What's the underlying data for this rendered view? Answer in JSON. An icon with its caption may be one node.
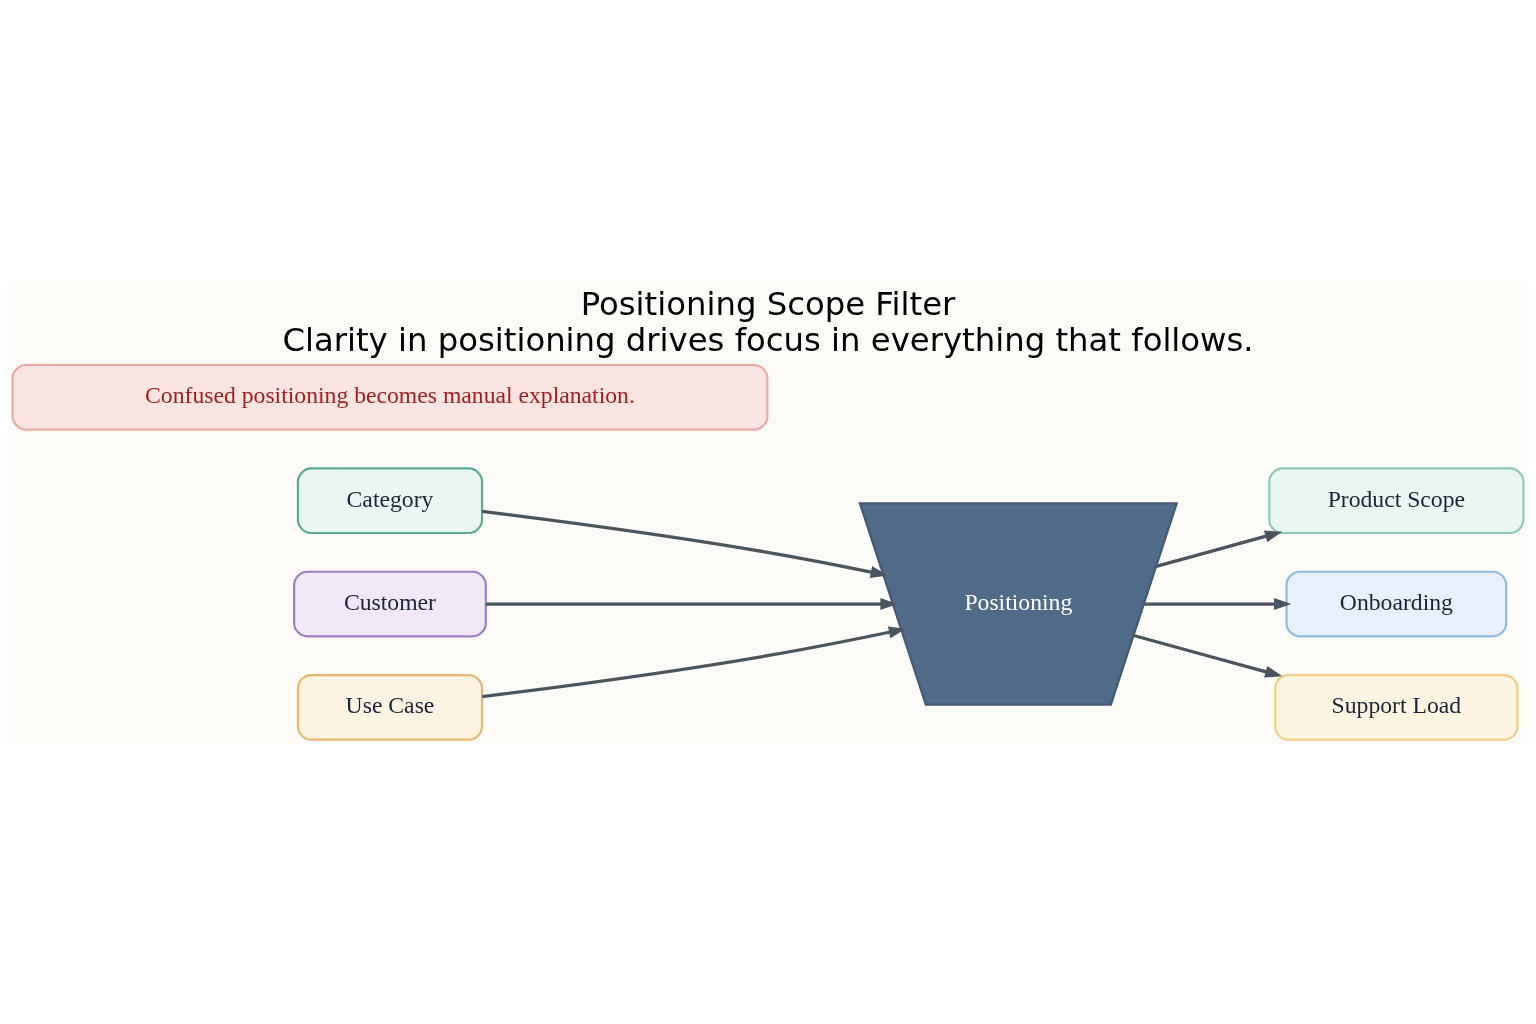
{
  "diagram": {
    "title": "Positioning Scope Filter",
    "caption": "Clarity in positioning drives focus in everything that follows.",
    "nodes": [
      {
        "text": [
          "Category"
        ]
      },
      {
        "text": [
          "Customer"
        ]
      },
      {
        "text": [
          "Use Case"
        ]
      },
      {
        "text": [
          "Positioning"
        ]
      },
      {
        "text": [
          "Product Scope"
        ]
      },
      {
        "text": [
          "Onboarding"
        ]
      },
      {
        "text": [
          "Support Load"
        ]
      },
      {
        "text": [
          "Confused positioning becomes manual explanation."
        ]
      }
    ],
    "edges": [
      {
        "from": 0,
        "to": 3,
        "arrow": "to"
      },
      {
        "from": 1,
        "to": 3,
        "arrow": "to"
      },
      {
        "from": 2,
        "to": 3,
        "arrow": "to"
      },
      {
        "from": 3,
        "to": 4,
        "arrow": "to"
      },
      {
        "from": 3,
        "to": 5,
        "arrow": "to"
      },
      {
        "from": 3,
        "to": 6,
        "arrow": "to"
      }
    ]
  }
}
